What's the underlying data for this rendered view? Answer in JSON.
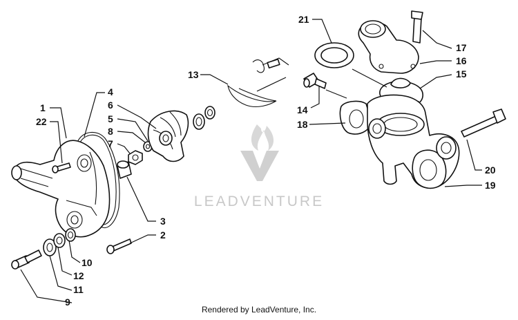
{
  "watermark": {
    "text": "LEADVENTURE"
  },
  "credit": {
    "text": "Rendered by LeadVenture, Inc."
  },
  "callouts": {
    "c1": "1",
    "c2": "2",
    "c3": "3",
    "c4": "4",
    "c5": "5",
    "c6": "6",
    "c7": "7",
    "c8": "8",
    "c9": "9",
    "c10": "10",
    "c11": "11",
    "c12": "12",
    "c13": "13",
    "c14": "14",
    "c15": "15",
    "c16": "16",
    "c17": "17",
    "c18": "18",
    "c19": "19",
    "c20": "20",
    "c21": "21",
    "c22": "22"
  }
}
